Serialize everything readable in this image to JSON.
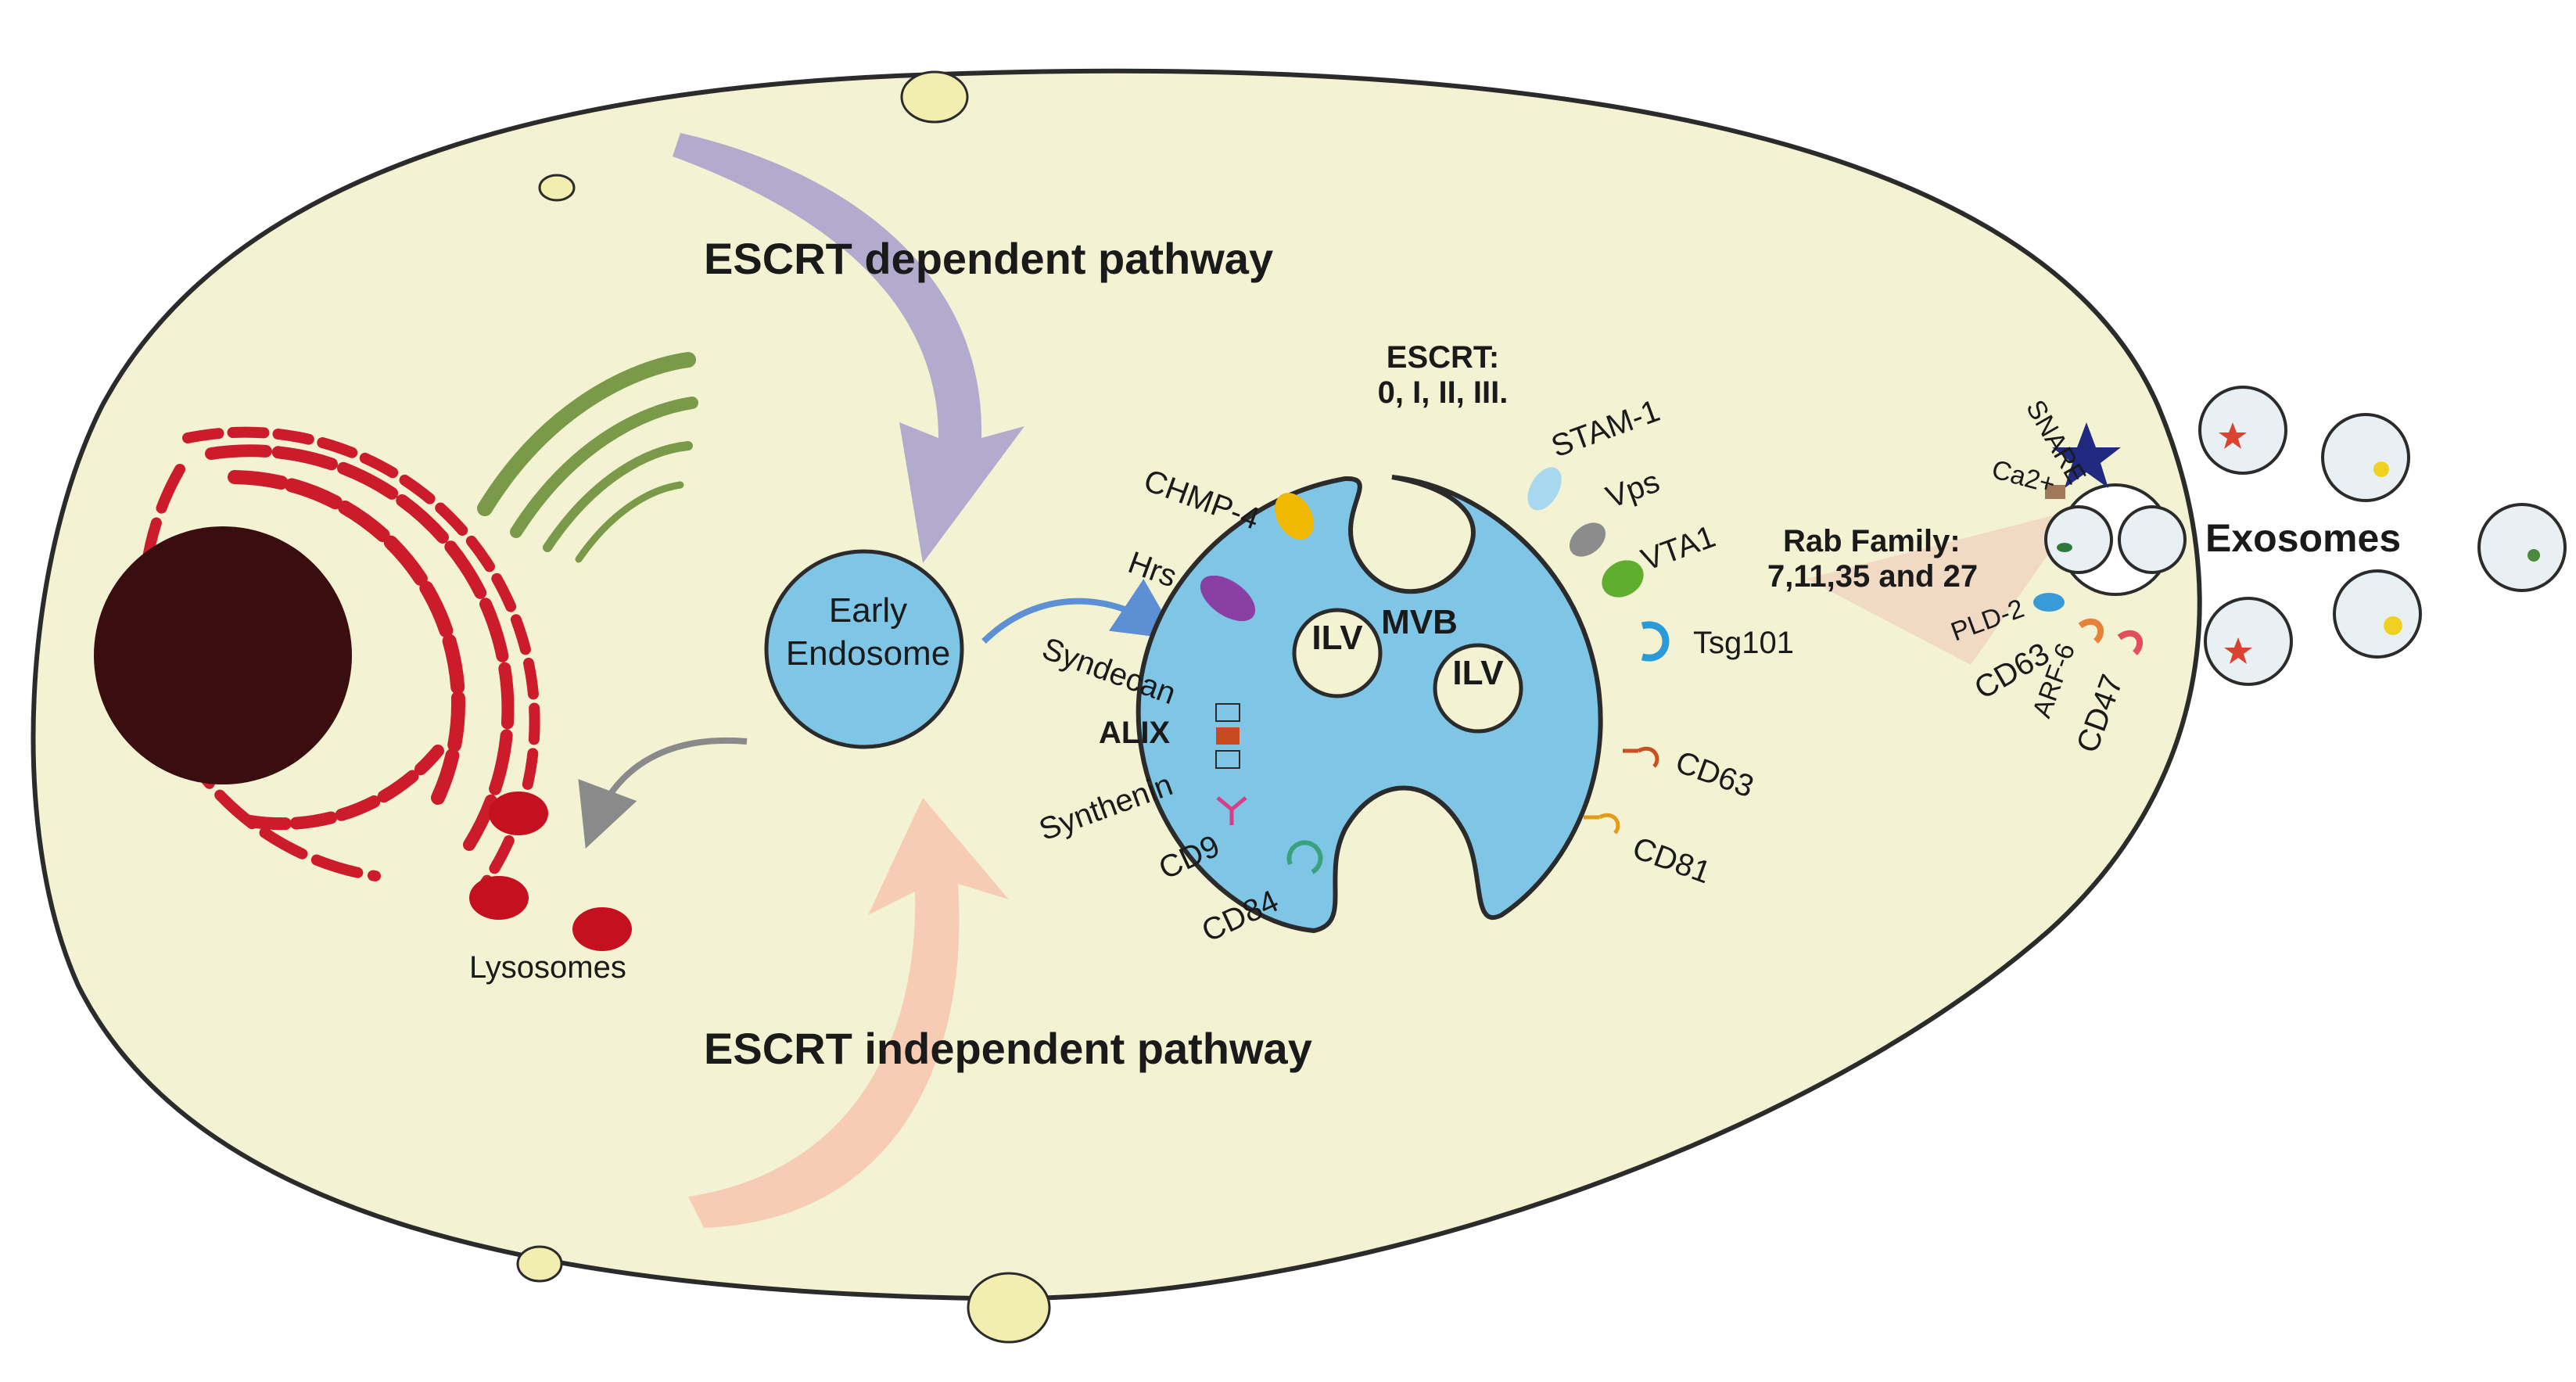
{
  "pathways": {
    "dependent": "ESCRT dependent pathway",
    "independent": "ESCRT independent pathway"
  },
  "organelles": {
    "early_endosome_line1": "Early",
    "early_endosome_line2": "Endosome",
    "mvb": "MVB",
    "ilv": "ILV",
    "lysosomes": "Lysosomes",
    "exosomes": "Exosomes"
  },
  "escrt": {
    "line1": "ESCRT:",
    "line2": "0, I, II, III."
  },
  "proteins": {
    "chmp4": "CHMP-4",
    "hrs": "Hrs",
    "syndecan": "Syndecan",
    "alix": "ALIX",
    "synthenin": "Synthenin",
    "cd9": "CD9",
    "cd84": "CD84",
    "stam1": "STAM-1",
    "vps": "Vps",
    "vta1": "VTA1",
    "tsg101": "Tsg101",
    "cd63": "CD63",
    "cd81": "CD81"
  },
  "rab": {
    "line1": "Rab Family:",
    "line2": "7,11,35 and 27"
  },
  "release": {
    "snare": "SNARE",
    "ca2": "Ca2+",
    "pld2": "PLD-2",
    "cd63": "CD63",
    "arf6": "ARF-6",
    "cd47": "CD47"
  },
  "colors": {
    "cytoplasm": "#f3f3d3",
    "membrane": "#2b2b2b",
    "endosome": "#7fc6e6",
    "nucleus": "#3a0e0e",
    "er": "#cc1b2b",
    "golgi": "#7a9a4a",
    "lysosome": "#c5111f",
    "arrow_dependent": "#a79dcc",
    "arrow_independent": "#f6c9b0",
    "arrow_small": "#5d8fd4",
    "arrow_grey": "#8a8a8a",
    "arrow_rab": "#efd7c2",
    "vesicle_bud": "#f1eeb0"
  }
}
